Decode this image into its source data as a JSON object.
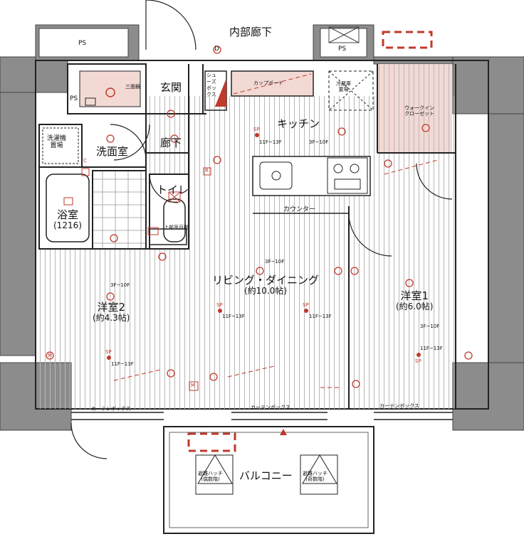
{
  "labels": {
    "internal_corridor": "内部廊下",
    "ps_top_left": "PS",
    "ps_top_right": "PS",
    "ps_left": "PS",
    "entrance": "玄関",
    "shoes_box": "シューズボックス",
    "cupboard": "カップボード",
    "fridge_line1": "冷蔵庫",
    "fridge_line2": "置場",
    "walkin_line1": "ウォークイン",
    "walkin_line2": "クローゼット",
    "kitchen": "キッチン",
    "mirror": "三面鏡",
    "washer_line1": "洗濯機",
    "washer_line2": "置場",
    "washroom": "洗面室",
    "hallway": "廊下",
    "toilet": "トイレ",
    "upper_cabinet": "上部吊戸棚",
    "counter": "カウンター",
    "bath_name": "浴室",
    "bath_size": "(1216)",
    "ldk_name": "リビング・ダイニング",
    "ldk_size": "(約10.0帖)",
    "room1_name": "洋室1",
    "room1_size": "(約6.0帖)",
    "room2_name": "洋室2",
    "room2_size": "(約4.3帖)",
    "curtain_box_1": "カーテンボックス",
    "curtain_box_2": "カーテンボックス",
    "curtain_box_3": "カーテンボックス",
    "balcony": "バルコニー",
    "hatch_even_line1": "避難ハッチ",
    "hatch_even_line2": "(偶数階)",
    "hatch_odd_line1": "避難ハッチ",
    "hatch_odd_line2": "(奇数階)"
  },
  "symbols": {
    "sp": "SP",
    "range_1f_13f": "11F~13F",
    "range_3f_10f": "3F~10F",
    "marker_m": "M",
    "marker_d": "D",
    "marker_c": "C",
    "marker_r": "R"
  },
  "colors": {
    "wall": "#8c8c8c",
    "wall_dark": "#555555",
    "line": "#222222",
    "accent_red": "#c0392b",
    "pink_fill": "#f3d9d4",
    "floor_line": "#b5b5b5"
  }
}
